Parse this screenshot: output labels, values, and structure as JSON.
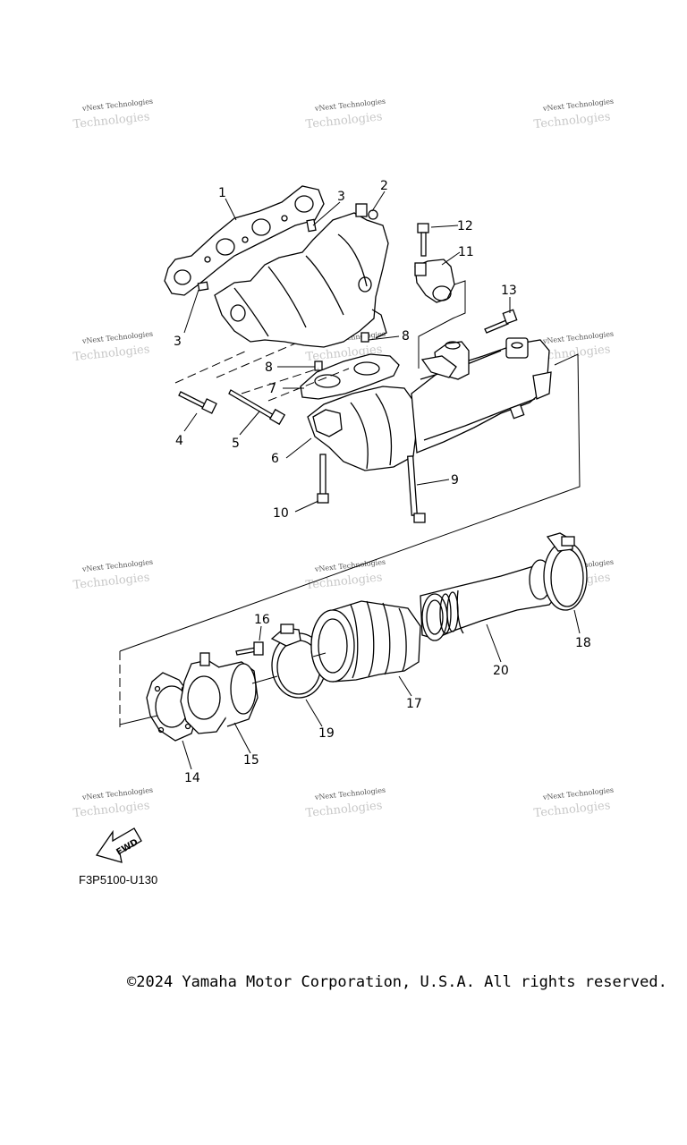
{
  "diagram": {
    "code": "F3P5100-U130",
    "copyright": "©2024 Yamaha Motor Corporation, U.S.A. All rights reserved.",
    "fwd_label": "FWD",
    "watermark": {
      "line1": "vNext Technologies",
      "line2": "Technologies"
    },
    "callouts": {
      "c1": "1",
      "c2": "2",
      "c3a": "3",
      "c3b": "3",
      "c4": "4",
      "c5": "5",
      "c6": "6",
      "c7": "7",
      "c8a": "8",
      "c8b": "8",
      "c9": "9",
      "c10": "10",
      "c11": "11",
      "c12": "12",
      "c13": "13",
      "c14": "14",
      "c15": "15",
      "c16": "16",
      "c17": "17",
      "c18": "18",
      "c19": "19",
      "c20": "20"
    }
  }
}
